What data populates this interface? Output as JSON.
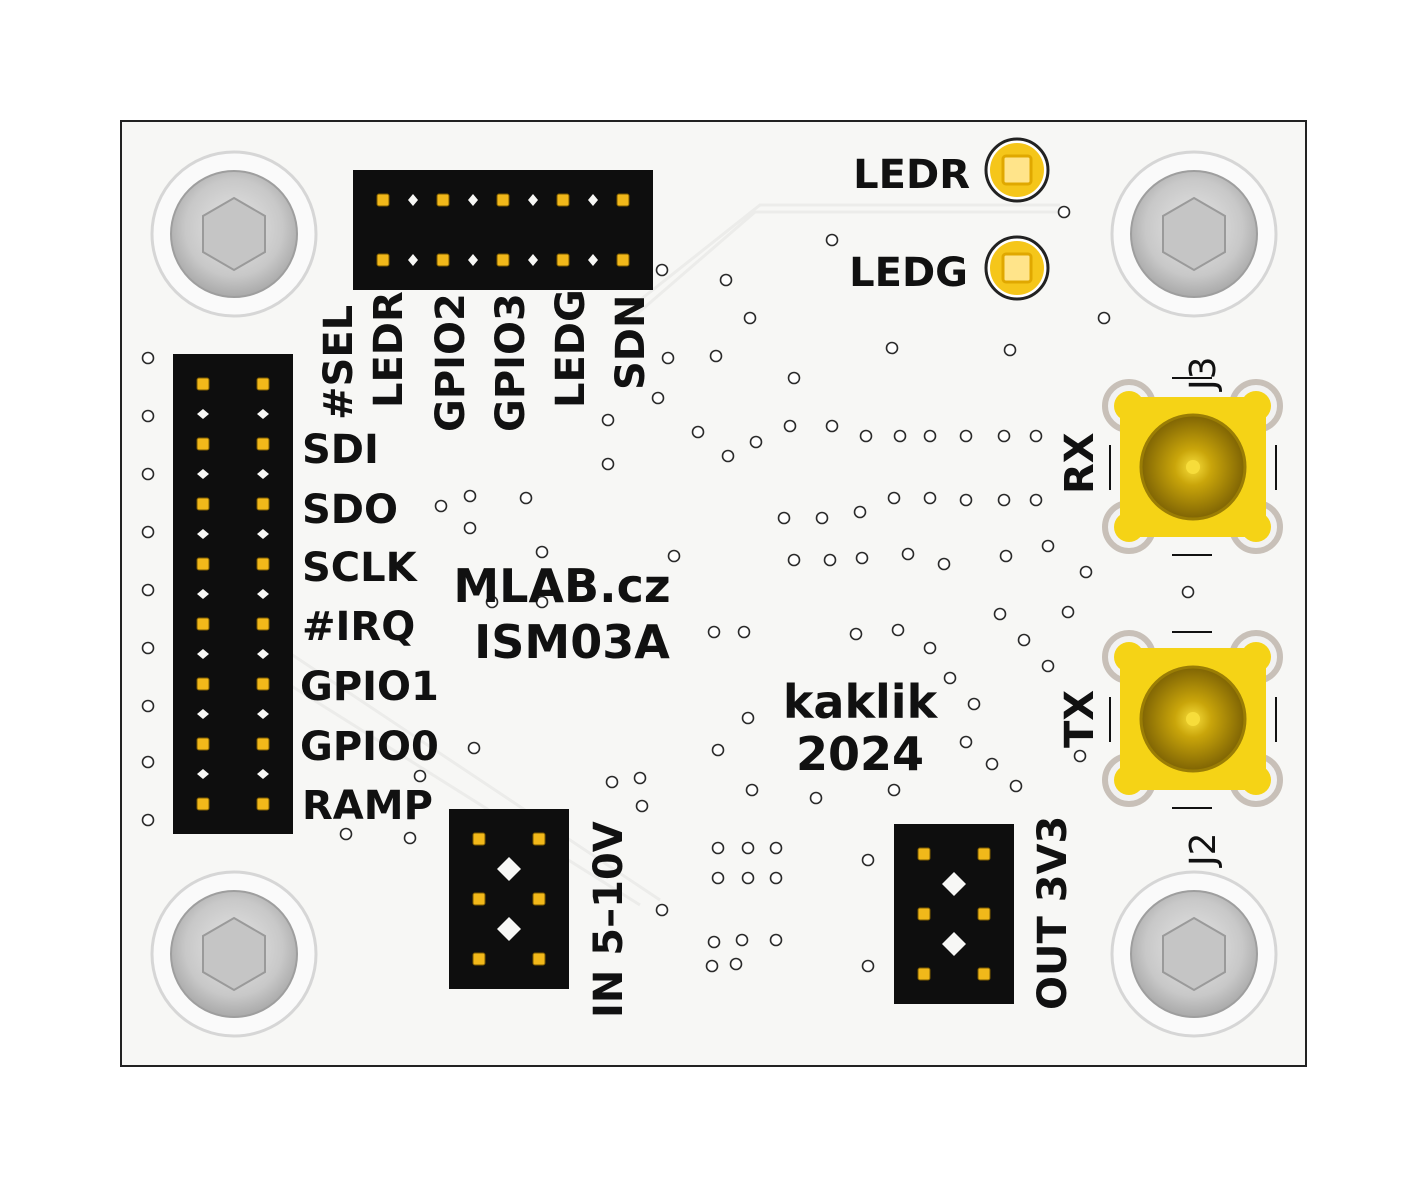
{
  "board": {
    "logo_line1": "MLAB.cz",
    "logo_line2": "ISM03A",
    "author": "kaklik",
    "year": "2024"
  },
  "led_labels": {
    "red": "LEDR",
    "green": "LEDG"
  },
  "top_header_labels": [
    "#SEL",
    "LEDR",
    "GPIO2",
    "GPIO3",
    "LEDG",
    "SDN"
  ],
  "side_header_labels": [
    "SDI",
    "SDO",
    "SCLK",
    "#IRQ",
    "GPIO1",
    "GPIO0",
    "RAMP"
  ],
  "power_in_label": "IN 5–10V",
  "power_out_label": "OUT 3V3",
  "connectors": {
    "rx": {
      "label": "RX",
      "ref": "J3"
    },
    "tx": {
      "label": "TX",
      "ref": "J2"
    }
  },
  "colors": {
    "board": "#f7f7f5",
    "header": "#0e0e0e",
    "pad_gold": "#f1b81a",
    "sma_gold": "#f5d316",
    "via_ring": "#2a2a2a",
    "silkscreen": "#111111",
    "screw": "#cfd0d0"
  }
}
